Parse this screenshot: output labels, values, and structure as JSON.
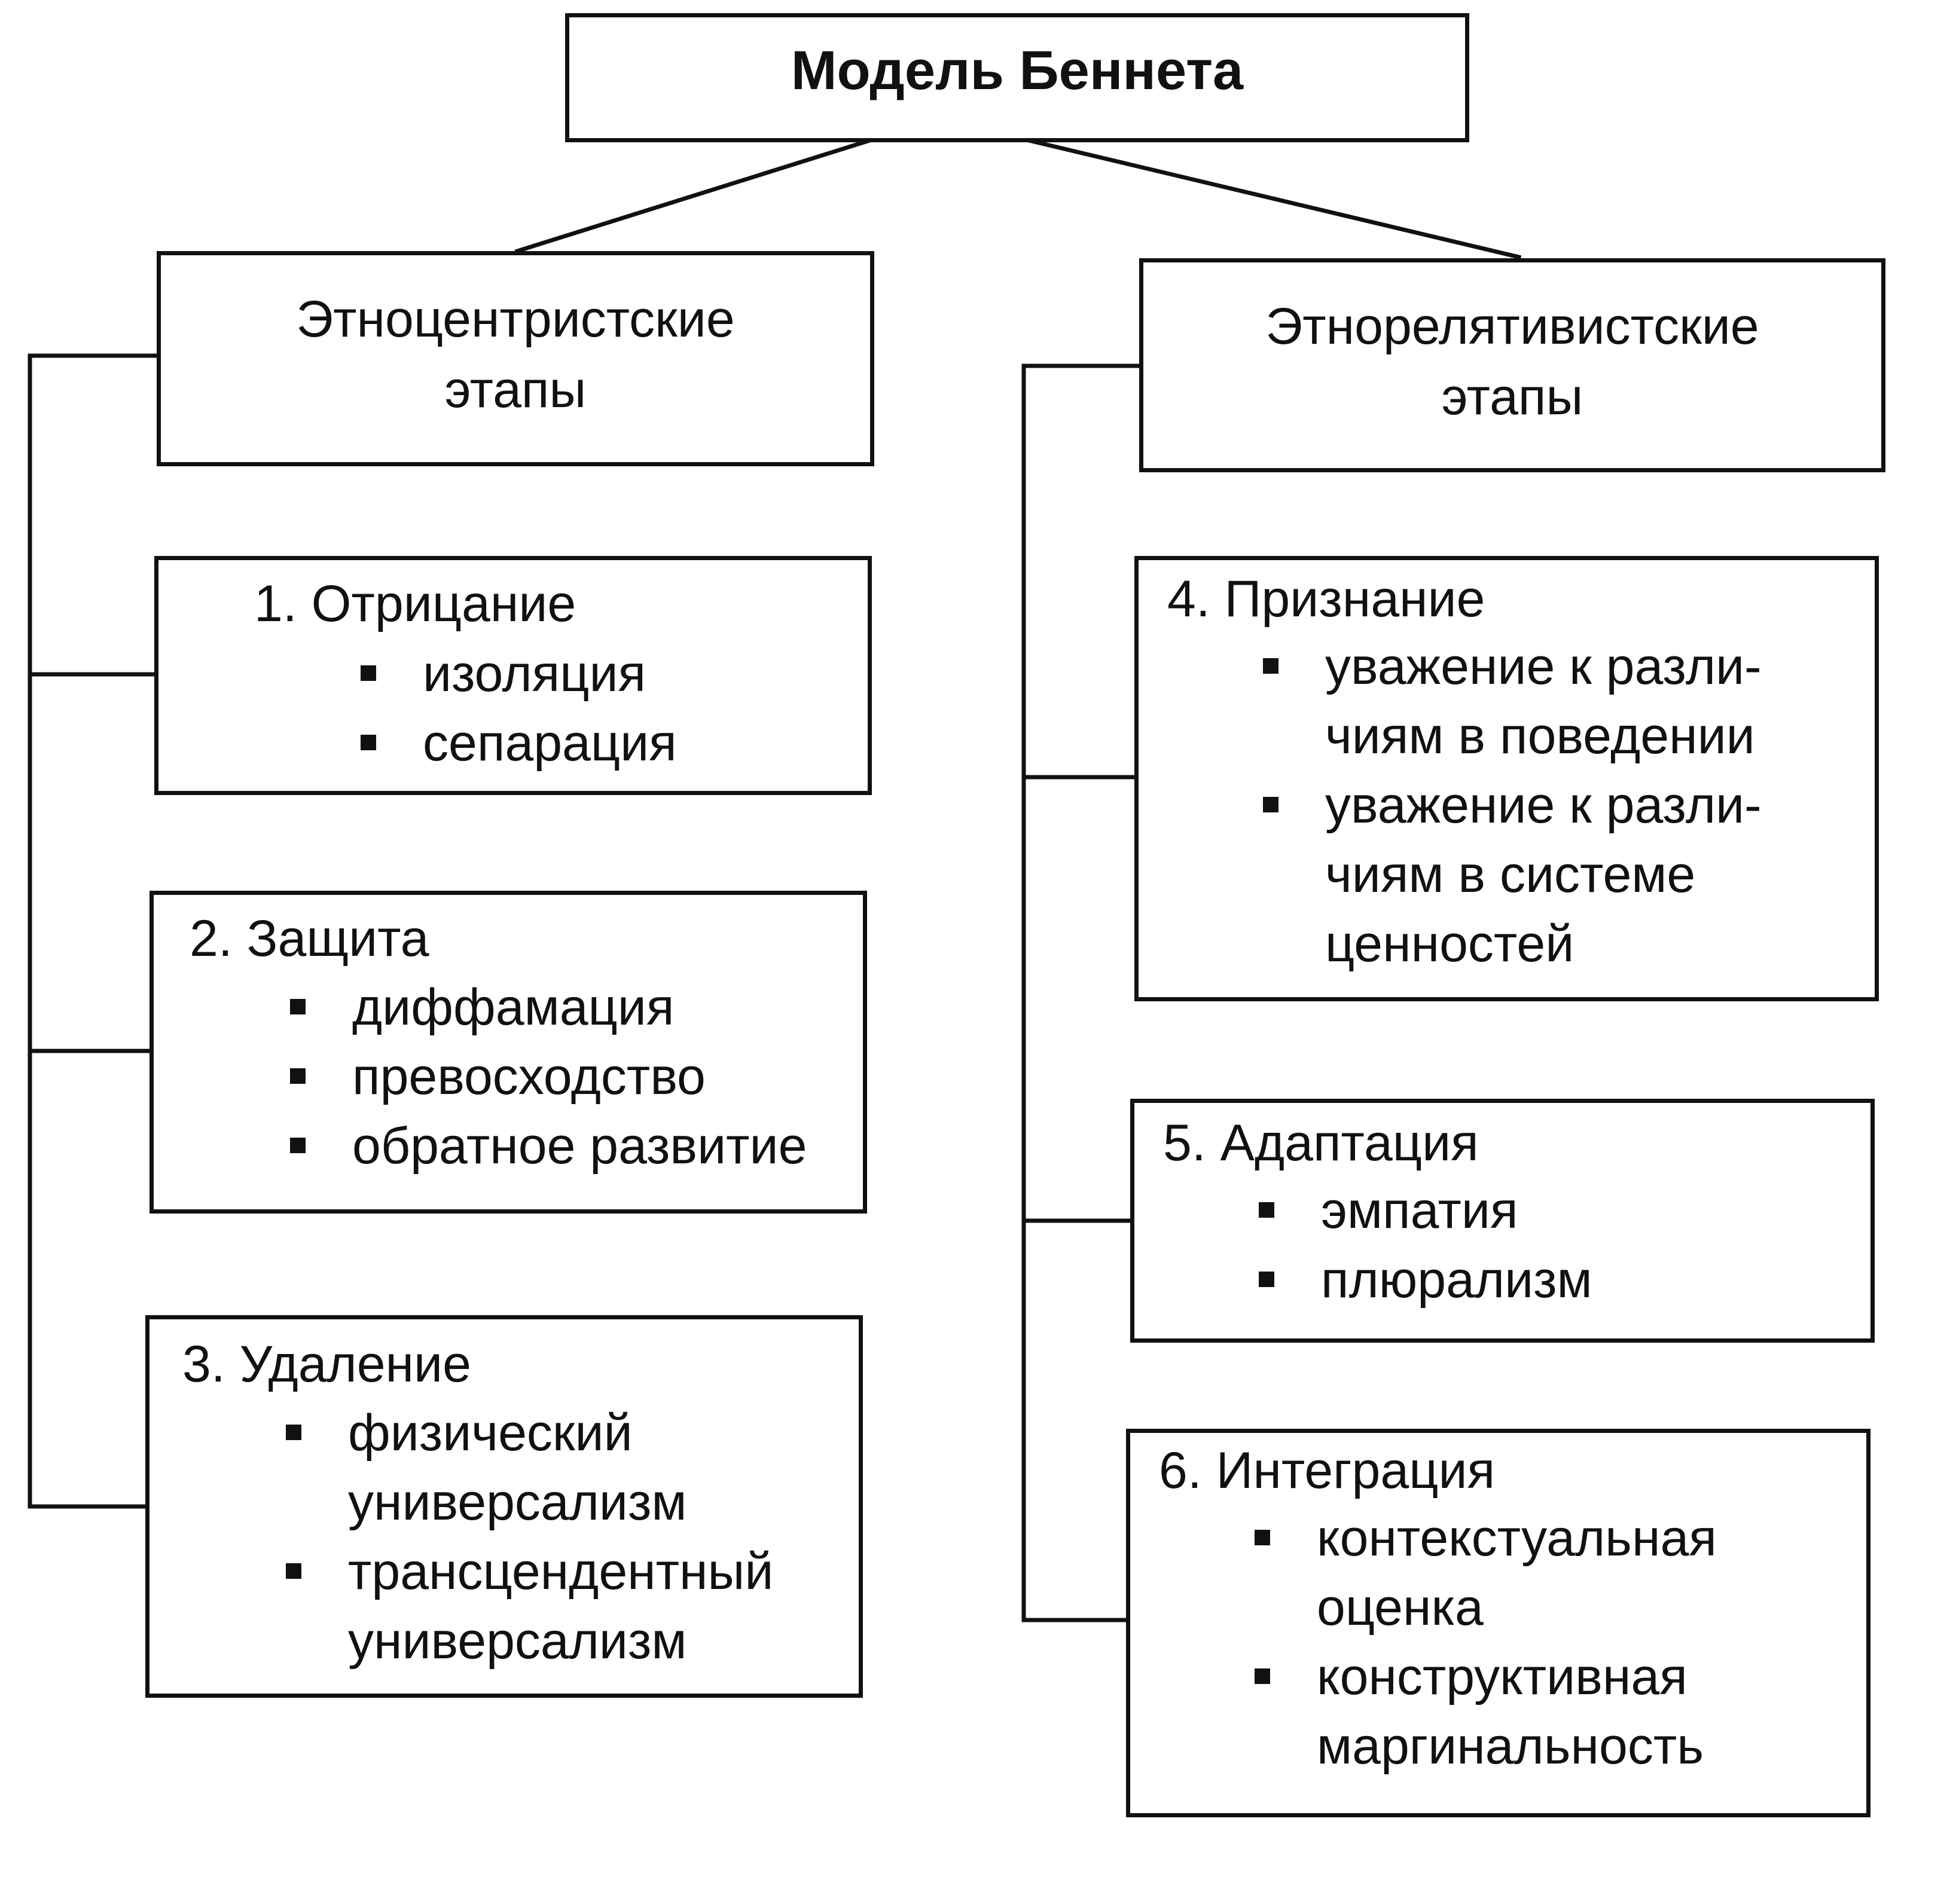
{
  "diagram": {
    "title": "Модель Беннета",
    "groups": [
      {
        "title": "Этноцентристские\nэтапы"
      },
      {
        "title": "Этнорелятивистские\nэтапы"
      }
    ],
    "stages": [
      {
        "title": "1. Отрицание",
        "items": [
          "изоляция",
          "сепарация"
        ]
      },
      {
        "title": "2. Защита",
        "items": [
          "диффамация",
          "превосходство",
          "обратное развитие"
        ]
      },
      {
        "title": "3. Удаление",
        "items": [
          "физический\nуниверсализм",
          "трансцендентный\nуниверсализм"
        ]
      },
      {
        "title": "4. Признание",
        "items": [
          "уважение к разли-\nчиям в поведении",
          "уважение к разли-\nчиям в системе\nценностей"
        ]
      },
      {
        "title": "5. Адаптация",
        "items": [
          "эмпатия",
          "плюрализм"
        ]
      },
      {
        "title": "6. Интеграция",
        "items": [
          "контекстуальная\nоценка",
          "конструктивная\nмаргинальность"
        ]
      }
    ]
  }
}
